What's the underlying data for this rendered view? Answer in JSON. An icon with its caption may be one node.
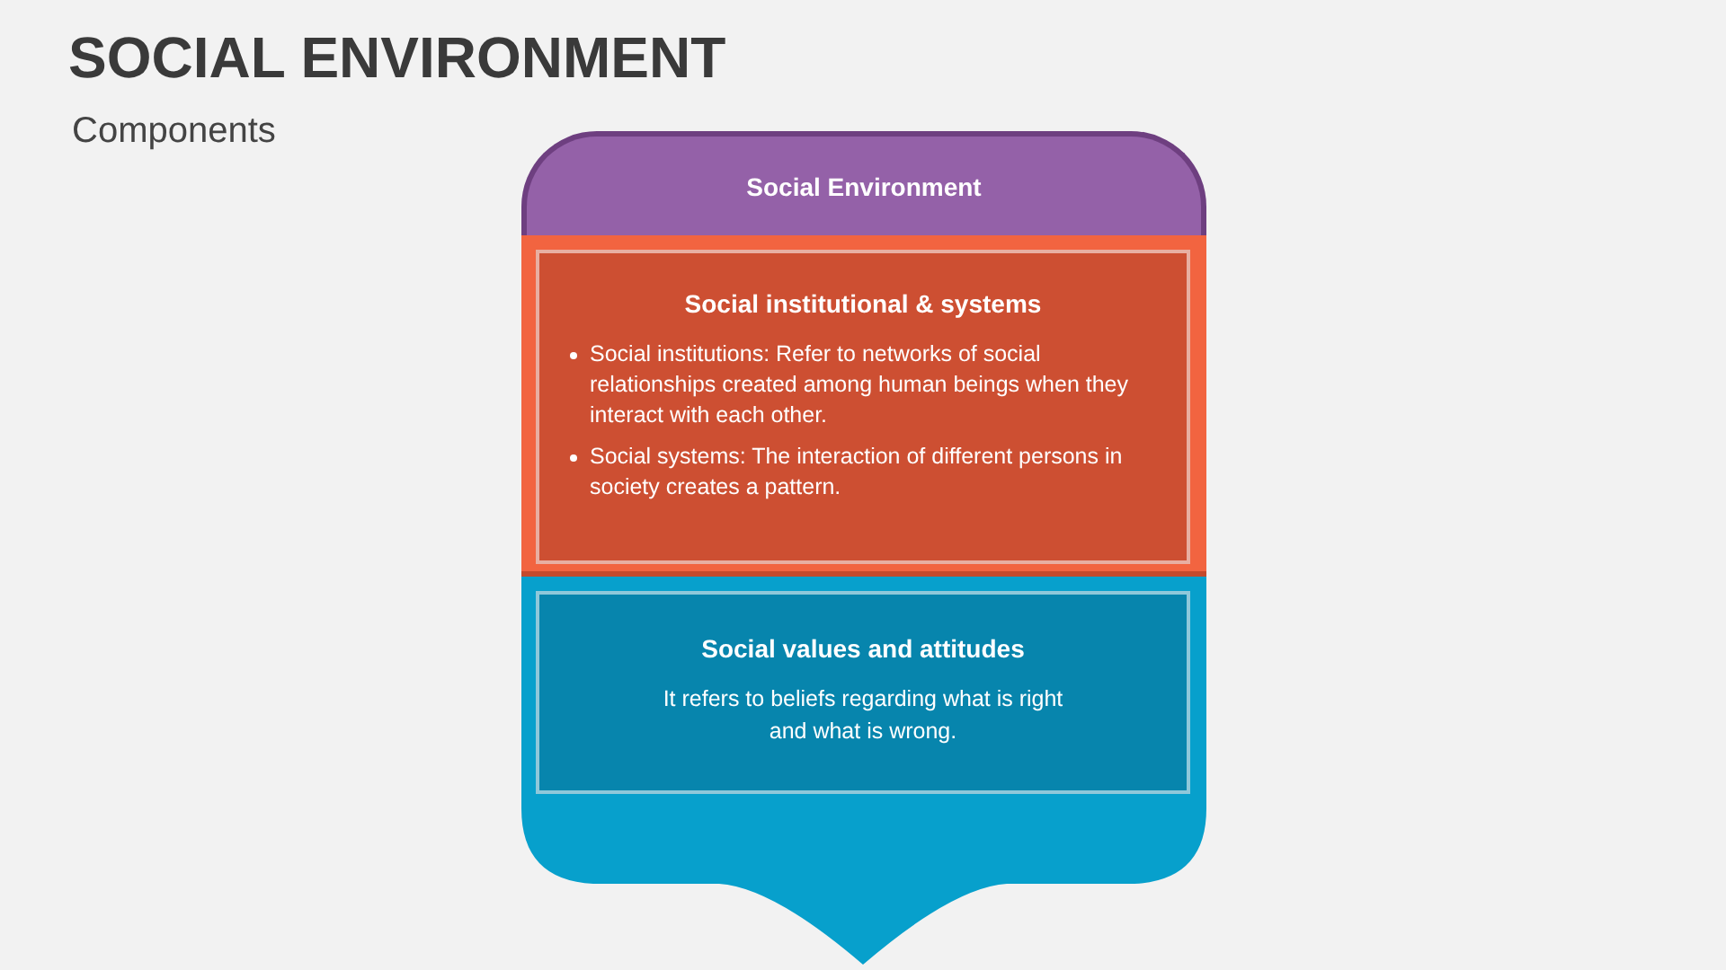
{
  "diagram": {
    "title": "SOCIAL ENVIRONMENT",
    "nodes": [
      {
        "text": [
          "Social Environment"
        ]
      },
      {
        "text": [
          "Social institutional & systems",
          "Social institutions: Refer to networks of social relationships created among human beings when they interact with each other.",
          "Social systems: The interaction of different persons in society creates a pattern."
        ]
      },
      {
        "text": [
          "Social values and attitudes",
          "It refers to beliefs regarding what is right and what is wrong."
        ]
      }
    ],
    "labels": [
      "Components"
    ]
  }
}
